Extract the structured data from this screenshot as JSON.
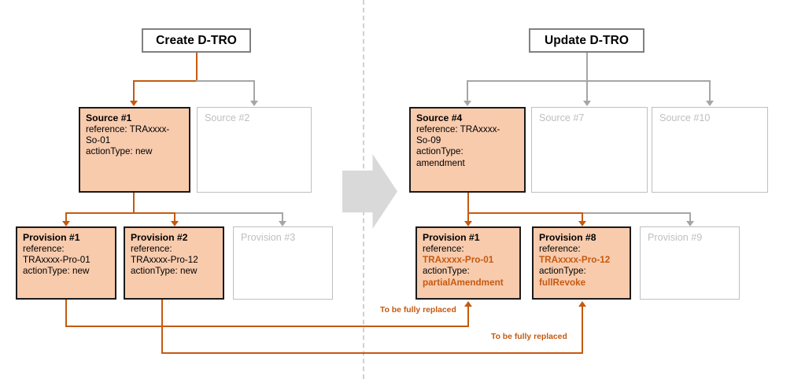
{
  "diagram": {
    "title_boxes": [
      {
        "label": "Create D-TRO"
      },
      {
        "label": "Update D-TRO"
      }
    ],
    "sources": {
      "create": [
        {
          "title": "Source #1",
          "lines": [
            "reference: TRAxxxx-",
            "So-01",
            "actionType: new"
          ],
          "state": "active"
        },
        {
          "title": "Source #2",
          "lines": [],
          "state": "ghost"
        }
      ],
      "update": [
        {
          "title": "Source #4",
          "lines": [
            "reference: TRAxxxx-",
            "So-09",
            "actionType:",
            "amendment"
          ],
          "state": "active"
        },
        {
          "title": "Source #7",
          "lines": [],
          "state": "ghost"
        },
        {
          "title": "Source #10",
          "lines": [],
          "state": "ghost"
        }
      ]
    },
    "provisions": {
      "create": [
        {
          "title": "Provision #1",
          "line_reference_label": "reference:",
          "line_reference_value": "TRAxxxx-Pro-01",
          "line_action": "actionType: new",
          "state": "active"
        },
        {
          "title": "Provision #2",
          "line_reference_label": "reference:",
          "line_reference_value": "TRAxxxx-Pro-12",
          "line_action": "actionType: new",
          "state": "active"
        },
        {
          "title": "Provision #3",
          "state": "ghost"
        }
      ],
      "update": [
        {
          "title": "Provision #1",
          "line_reference_label": "reference:",
          "line_reference_value": "TRAxxxx-Pro-01",
          "line_action_label": "actionType:",
          "line_action_value": "partialAmendment",
          "state": "active"
        },
        {
          "title": "Provision #8",
          "line_reference_label": "reference:",
          "line_reference_value": "TRAxxxx-Pro-12",
          "line_action_label": "actionType:",
          "line_action_value": "fullRevoke",
          "state": "active"
        },
        {
          "title": "Provision #9",
          "state": "ghost"
        }
      ]
    },
    "replacement_links": [
      {
        "label": "To be fully replaced"
      },
      {
        "label": "To be fully replaced"
      }
    ],
    "colors": {
      "accent_orange": "#c55a11",
      "node_fill": "#f8cbad",
      "ghost_border": "#bfbfbf",
      "ghost_text": "#bfbfbf",
      "grey_connector": "#a6a6a6",
      "arrow_fill": "#d9d9d9",
      "divider": "#d0d0d0"
    }
  }
}
